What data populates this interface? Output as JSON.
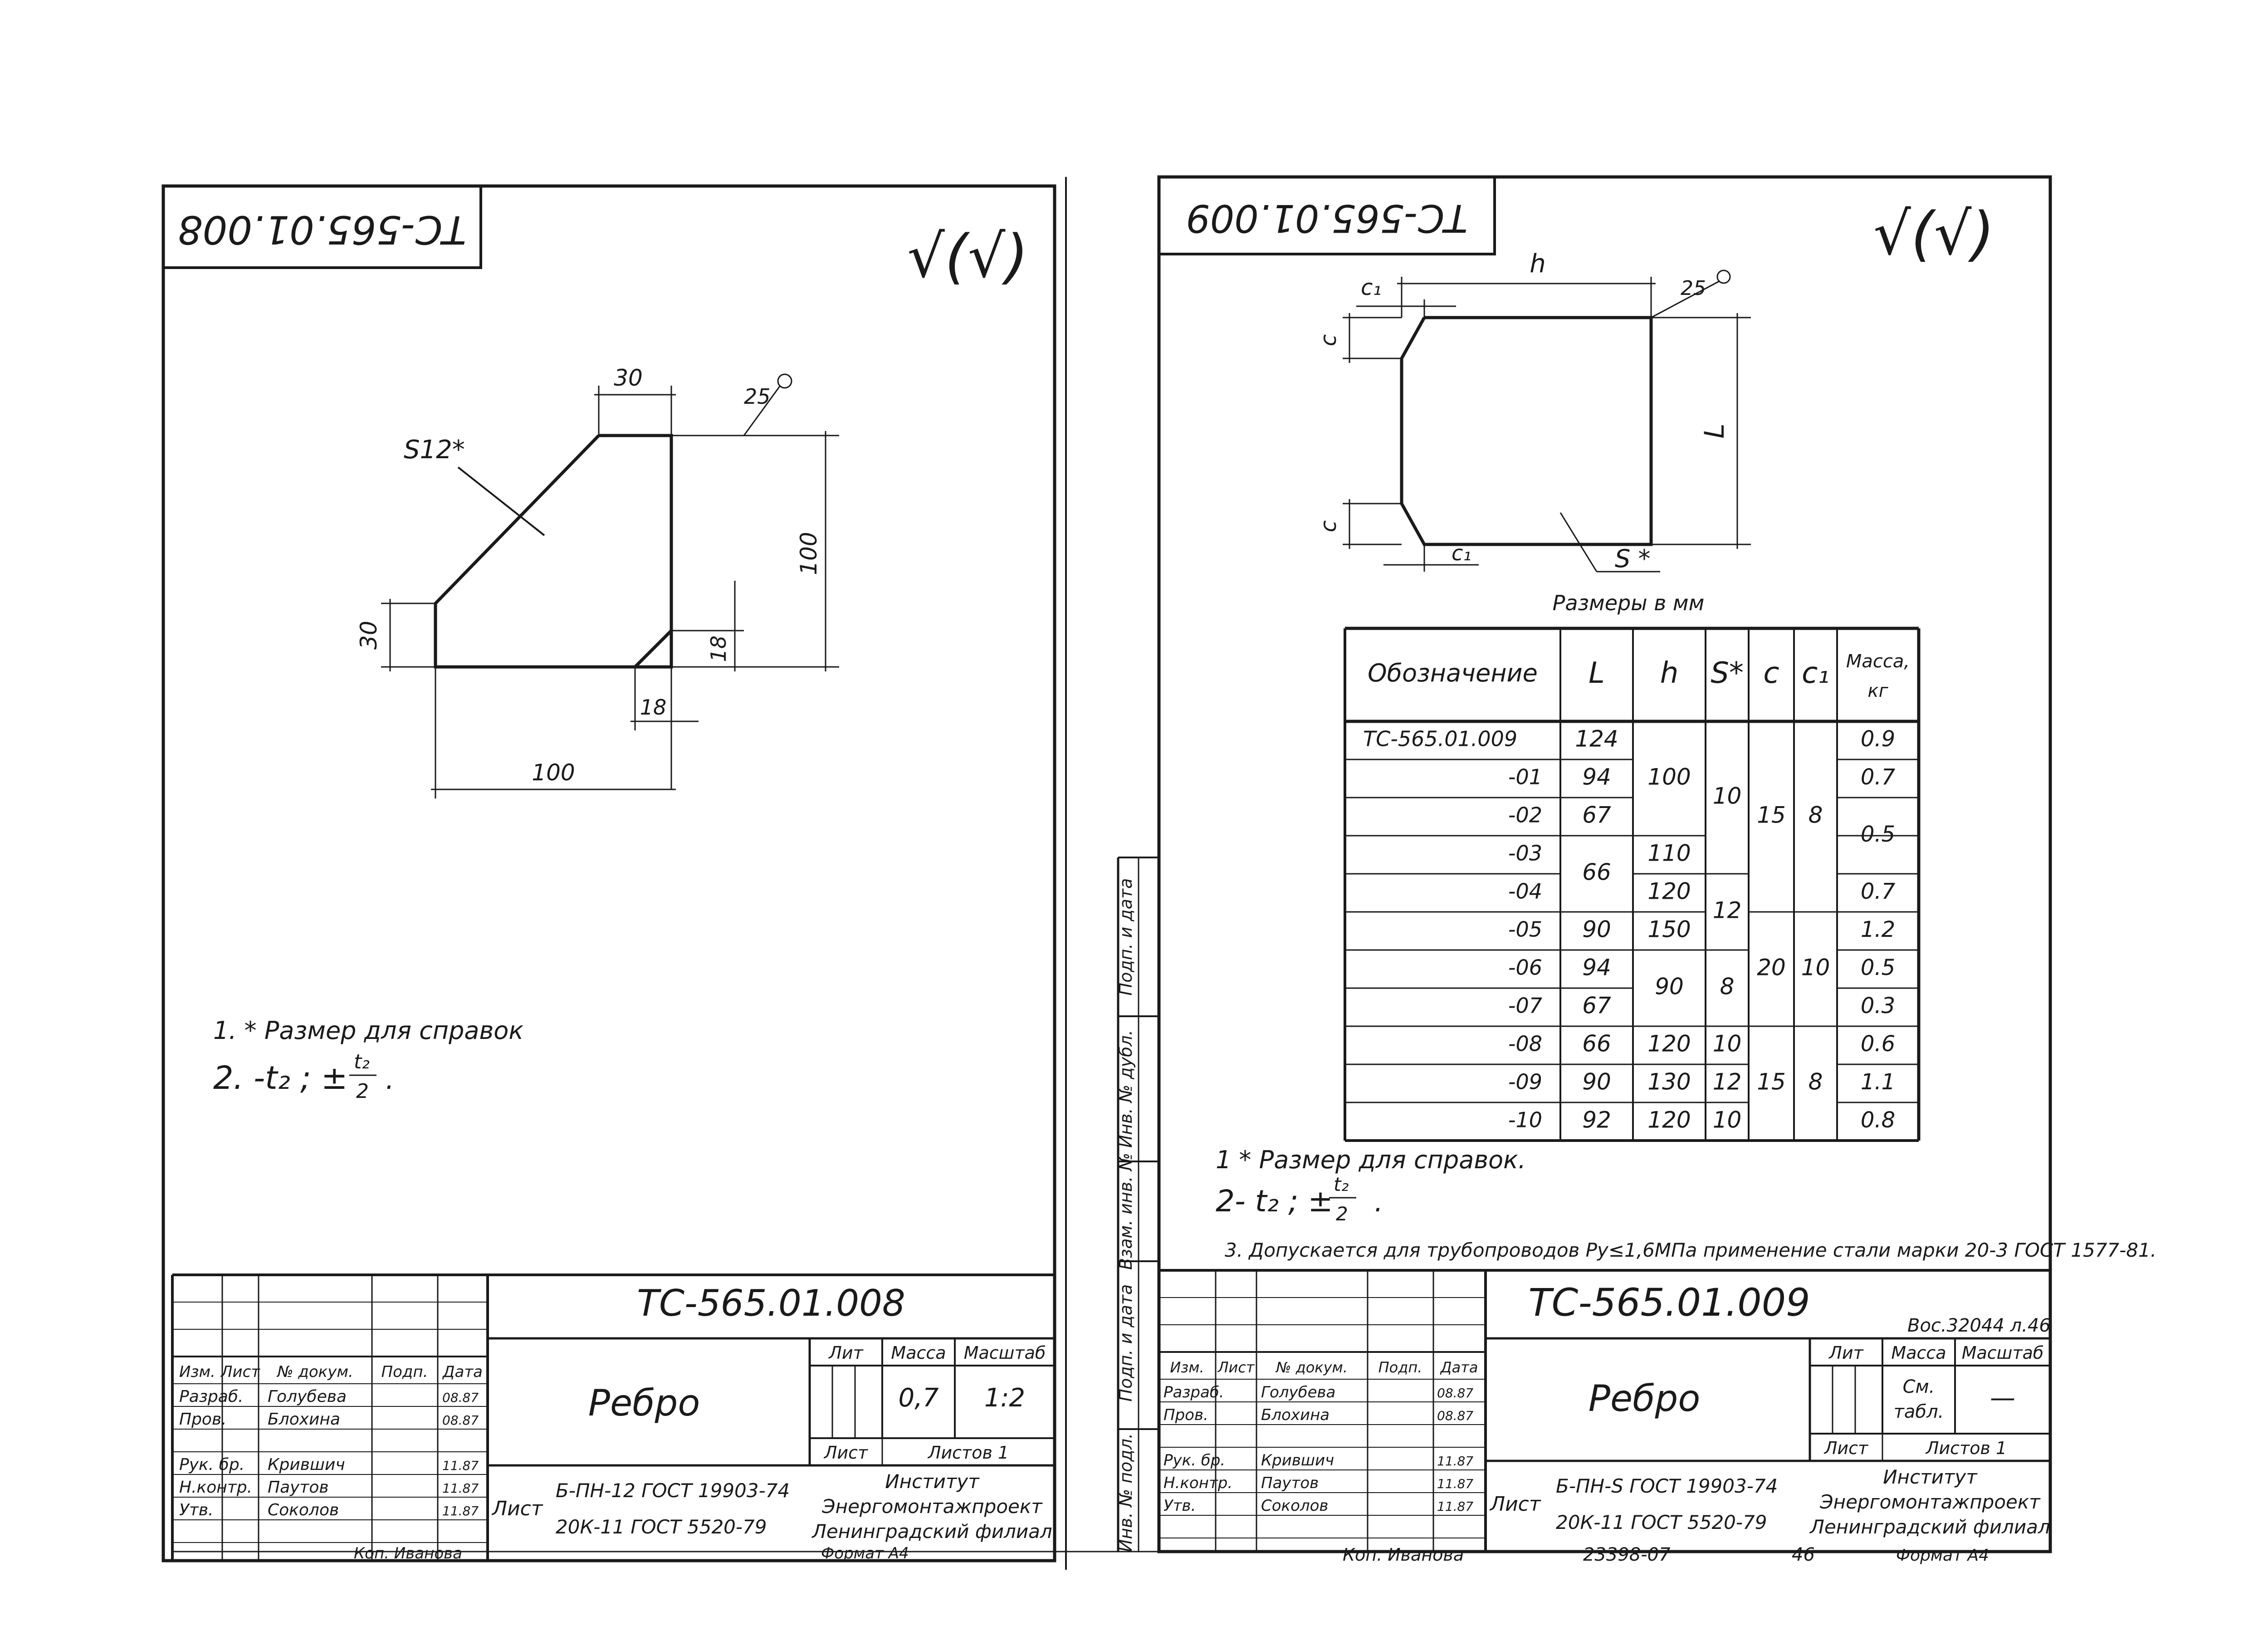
{
  "left_sheet": {
    "stamp_code": "ТС-565.01.008",
    "roughness": "√(√)",
    "drawing": {
      "label_s": "S12*",
      "dim_top": "30",
      "dim_height": "100",
      "dim_left": "30",
      "dim_chamfer_v": "18",
      "dim_chamfer_h": "18",
      "dim_bottom": "100",
      "roughness_value": "25"
    },
    "notes": {
      "note1": "1. * Размер для справок",
      "note2_prefix": "2. -t₂ ; ±",
      "fraction_num": "t₂",
      "fraction_den": "2"
    },
    "title_block": {
      "doc_code": "ТС-565.01.008",
      "title": "Ребро",
      "col_izm": "Изм.",
      "col_list": "Лист",
      "col_docnum": "№ докум.",
      "col_sign": "Подп.",
      "col_date": "Дата",
      "razrab_label": "Разраб.",
      "razrab_name": "Голубева",
      "razrab_date": "08.87",
      "prov_label": "Пров.",
      "prov_name": "Блохина",
      "prov_date": "08.87",
      "ruk_label": "Рук. бр.",
      "ruk_name": "Крившич",
      "ruk_date": "11.87",
      "nkontr_label": "Н.контр.",
      "nkontr_name": "Паутов",
      "nkontr_date": "11.87",
      "utv_label": "Утв.",
      "utv_name": "Соколов",
      "utv_date": "11.87",
      "lit_label": "Лит",
      "massa_label": "Масса",
      "masshtab_label": "Масштаб",
      "massa_value": "0,7",
      "masshtab_value": "1:2",
      "list_label": "Лист",
      "listov_label": "Листов 1",
      "material_label": "Лист",
      "material1": "Б-ПН-12 ГОСТ 19903-74",
      "material2": "20К-11 ГОСТ 5520-79",
      "org1": "Институт",
      "org2": "Энергомонтажпроект",
      "org3": "Ленинградский филиал",
      "kopiroval": "Коп. Иванова",
      "format": "Формат А4"
    }
  },
  "right_sheet": {
    "stamp_code": "ТС-565.01.009",
    "roughness": "√(√)",
    "drawing": {
      "label_h": "h",
      "label_c1_top": "c₁",
      "label_c_top": "c",
      "label_L": "L",
      "label_c_bottom": "c",
      "label_c1_bottom": "c₁",
      "label_s": "S *",
      "roughness_value": "25"
    },
    "table": {
      "caption": "Размеры в мм",
      "headers": [
        "Обозначение",
        "L",
        "h",
        "S*",
        "c",
        "c₁",
        "Масса, кг"
      ],
      "designations": [
        "ТС-565.01.009",
        "-01",
        "-02",
        "-03",
        "-04",
        "-05",
        "-06",
        "-07",
        "-08",
        "-09",
        "-10"
      ],
      "L": [
        "124",
        "94",
        "67",
        "66",
        "90",
        "94",
        "67",
        "66",
        "90",
        "92"
      ],
      "h": [
        "100",
        "110",
        "120",
        "150",
        "90",
        "120",
        "130",
        "120"
      ],
      "S": [
        "10",
        "12",
        "8",
        "10",
        "12",
        "10"
      ],
      "c": [
        "15",
        "20",
        "15"
      ],
      "c1": [
        "8",
        "10",
        "8"
      ],
      "mass": [
        "0.9",
        "0.7",
        "0.5",
        "0.7",
        "1.2",
        "0.5",
        "0.3",
        "0.6",
        "1.1",
        "0.8"
      ]
    },
    "notes": {
      "note1": "1 * Размер для справок.",
      "note2_prefix": "2- t₂ ; ±",
      "fraction_num": "t₂",
      "fraction_den": "2",
      "note3": "3. Допускается для трубопроводов Ру≤1,6МПа применение стали марки 20-3 ГОСТ 1577-81."
    },
    "side_labels": [
      "Инв. № подл.",
      "Подп. и дата",
      "Взам. инв. №",
      "Инв. № дубл.",
      "Подп. и дата"
    ],
    "title_block": {
      "doc_code": "ТС-565.01.009",
      "doc_suffix": "Вос.32044 л.46",
      "title": "Ребро",
      "col_izm": "Изм.",
      "col_list": "Лист",
      "col_docnum": "№ докум.",
      "col_sign": "Подп.",
      "col_date": "Дата",
      "razrab_label": "Разраб.",
      "razrab_name": "Голубева",
      "razrab_date": "08.87",
      "prov_label": "Пров.",
      "prov_name": "Блохина",
      "prov_date": "08.87",
      "ruk_label": "Рук. бр.",
      "ruk_name": "Крившич",
      "ruk_date": "11.87",
      "nkontr_label": "Н.контр.",
      "nkontr_name": "Паутов",
      "nkontr_date": "11.87",
      "utv_label": "Утв.",
      "utv_name": "Соколов",
      "utv_date": "11.87",
      "lit_label": "Лит",
      "massa_label": "Масса",
      "masshtab_label": "Масштаб",
      "massa_value1": "См.",
      "massa_value2": "табл.",
      "masshtab_value": "—",
      "list_label": "Лист",
      "listov_label": "Листов 1",
      "material_label": "Лист",
      "material1": "Б-ПН-S ГОСТ 19903-74",
      "material2": "20К-11 ГОСТ 5520-79",
      "org1": "Институт",
      "org2": "Энергомонтажпроект",
      "org3": "Ленинградский филиал",
      "kopiroval": "Коп. Иванова",
      "archive_num": "23398-07",
      "sheet_num": "46",
      "format": "Формат А4"
    }
  }
}
